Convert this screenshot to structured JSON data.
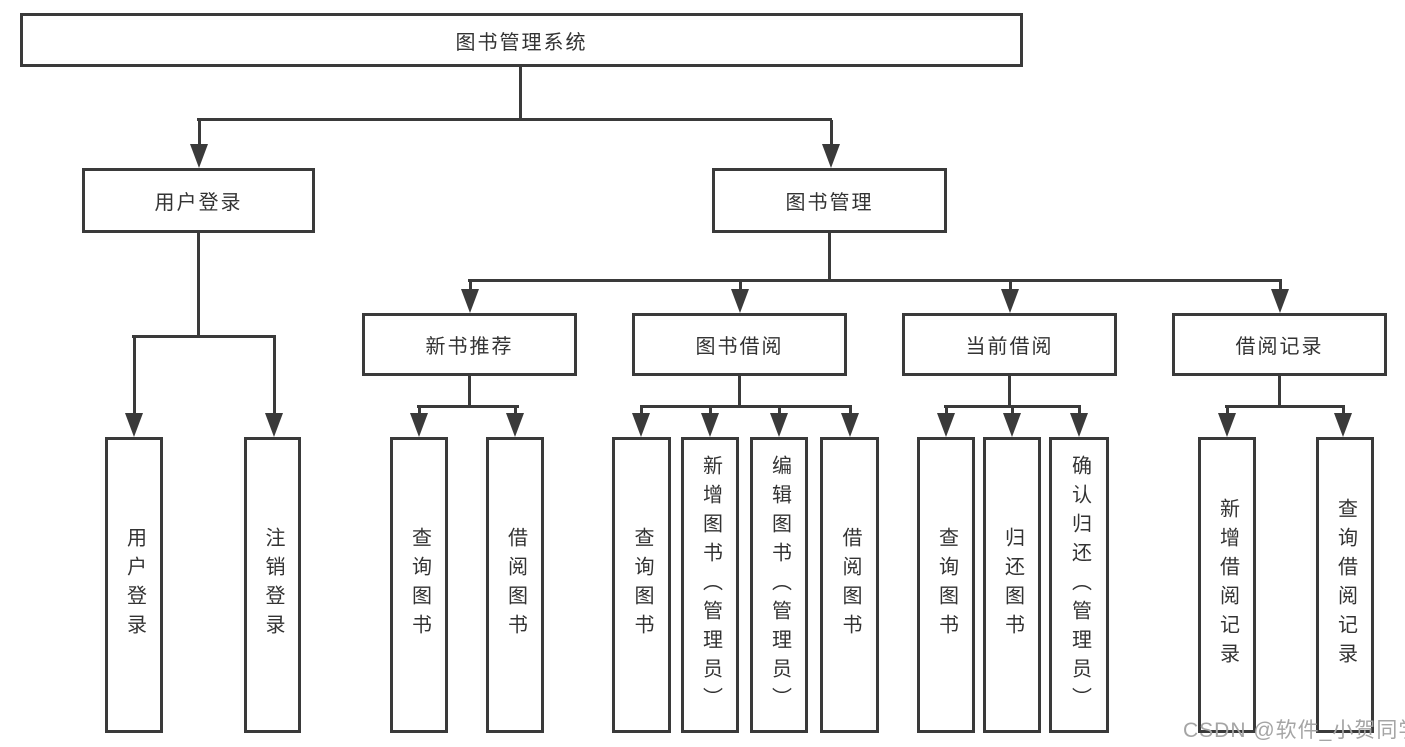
{
  "title": "图书管理系统",
  "watermark": "CSDN @软件_小贺同学",
  "colors": {
    "line": "#3a3a3a",
    "text": "#333333",
    "background": "#ffffff",
    "watermark": "#a5a5a5"
  },
  "diagram_type": "hierarchy-tree",
  "tree": {
    "root": {
      "label": "图书管理系统",
      "children": [
        {
          "label": "用户登录",
          "children": [
            {
              "label": "用户登录"
            },
            {
              "label": "注销登录"
            }
          ]
        },
        {
          "label": "图书管理",
          "children": [
            {
              "label": "新书推荐",
              "children": [
                {
                  "label": "查询图书"
                },
                {
                  "label": "借阅图书"
                }
              ]
            },
            {
              "label": "图书借阅",
              "children": [
                {
                  "label": "查询图书"
                },
                {
                  "label": "新增图书（管理员）"
                },
                {
                  "label": "编辑图书（管理员）"
                },
                {
                  "label": "借阅图书"
                }
              ]
            },
            {
              "label": "当前借阅",
              "children": [
                {
                  "label": "查询图书"
                },
                {
                  "label": "归还图书"
                },
                {
                  "label": "确认归还（管理员）"
                }
              ]
            },
            {
              "label": "借阅记录",
              "children": [
                {
                  "label": "新增借阅记录"
                },
                {
                  "label": "查询借阅记录"
                }
              ]
            }
          ]
        }
      ]
    }
  }
}
